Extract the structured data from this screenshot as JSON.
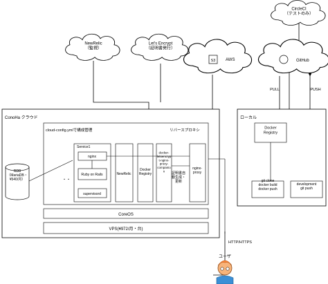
{
  "clouds": {
    "circleci": "CircleCI\n（テストのみ）",
    "newrelic_ext": "NewRelic\n（監視）",
    "letsencrypt": "Let's Encrypt\n（証明書発行）",
    "aws": "AWS",
    "s3": "S3",
    "github": "GitHub"
  },
  "arrows": {
    "pull": "PULL",
    "push": "PUSH",
    "http": "HTTP/HTTPS"
  },
  "conoha": {
    "title": "ConoHa クラウド",
    "cloud_config": "cloud-config.ymlで構成管理",
    "reverse_proxy": "リバースプロキシ",
    "service1": "Service1",
    "nginx": "nginx",
    "rails": "Ruby on Rails",
    "supervisord": "supervisord",
    "newrelic": "NewRelic",
    "docker_registry": "Docker\nRegistry",
    "letsencrypt_companion": "docker-\nletsencryp\nt-nginx-\nproxy-\ncompanio\nn",
    "cert_label": "証明書自\n動生成・\n更新",
    "nginx_proxy": "nginx-\nproxy",
    "ellipsis": "・・",
    "rdb": "RDB\n（MariaDB・\n¥540/月）",
    "coreos": "CoreOS",
    "vps": "VPS(¥972/月・台)"
  },
  "local": {
    "title": "ローカル",
    "docker_registry": "Docker\nRegistry",
    "git_flow": "git clone\ndocker build\ndocker push",
    "dev_flow": "development\ngit push"
  },
  "user": {
    "label": "ユーザ"
  }
}
